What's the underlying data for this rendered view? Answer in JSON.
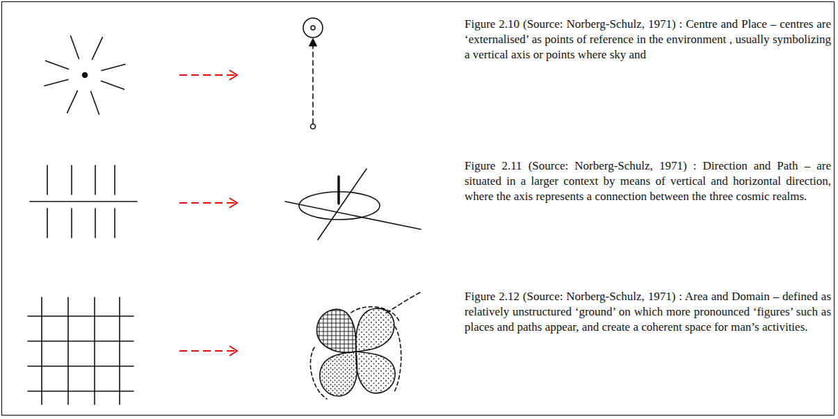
{
  "diagram": {
    "labels": [
      "Figure 2.10 (Source: Norberg-Schulz, 1971) : Centre and Place – centres are ‘externalised’ as points of reference in the environment , usually symbolizing a vertical axis or points where sky and",
      "Figure 2.11 (Source: Norberg-Schulz, 1971) : Direction and Path – are situated in a larger context by means of vertical and horizontal direction, where the axis represents a connection between the three cosmic realms.",
      "Figure 2.12 (Source: Norberg-Schulz, 1971) : Area and Domain – defined as relatively unstructured ‘ground’ on which more pronounced ‘figures’ such as places and paths appear, and create a coherent space for man’s activities."
    ]
  }
}
